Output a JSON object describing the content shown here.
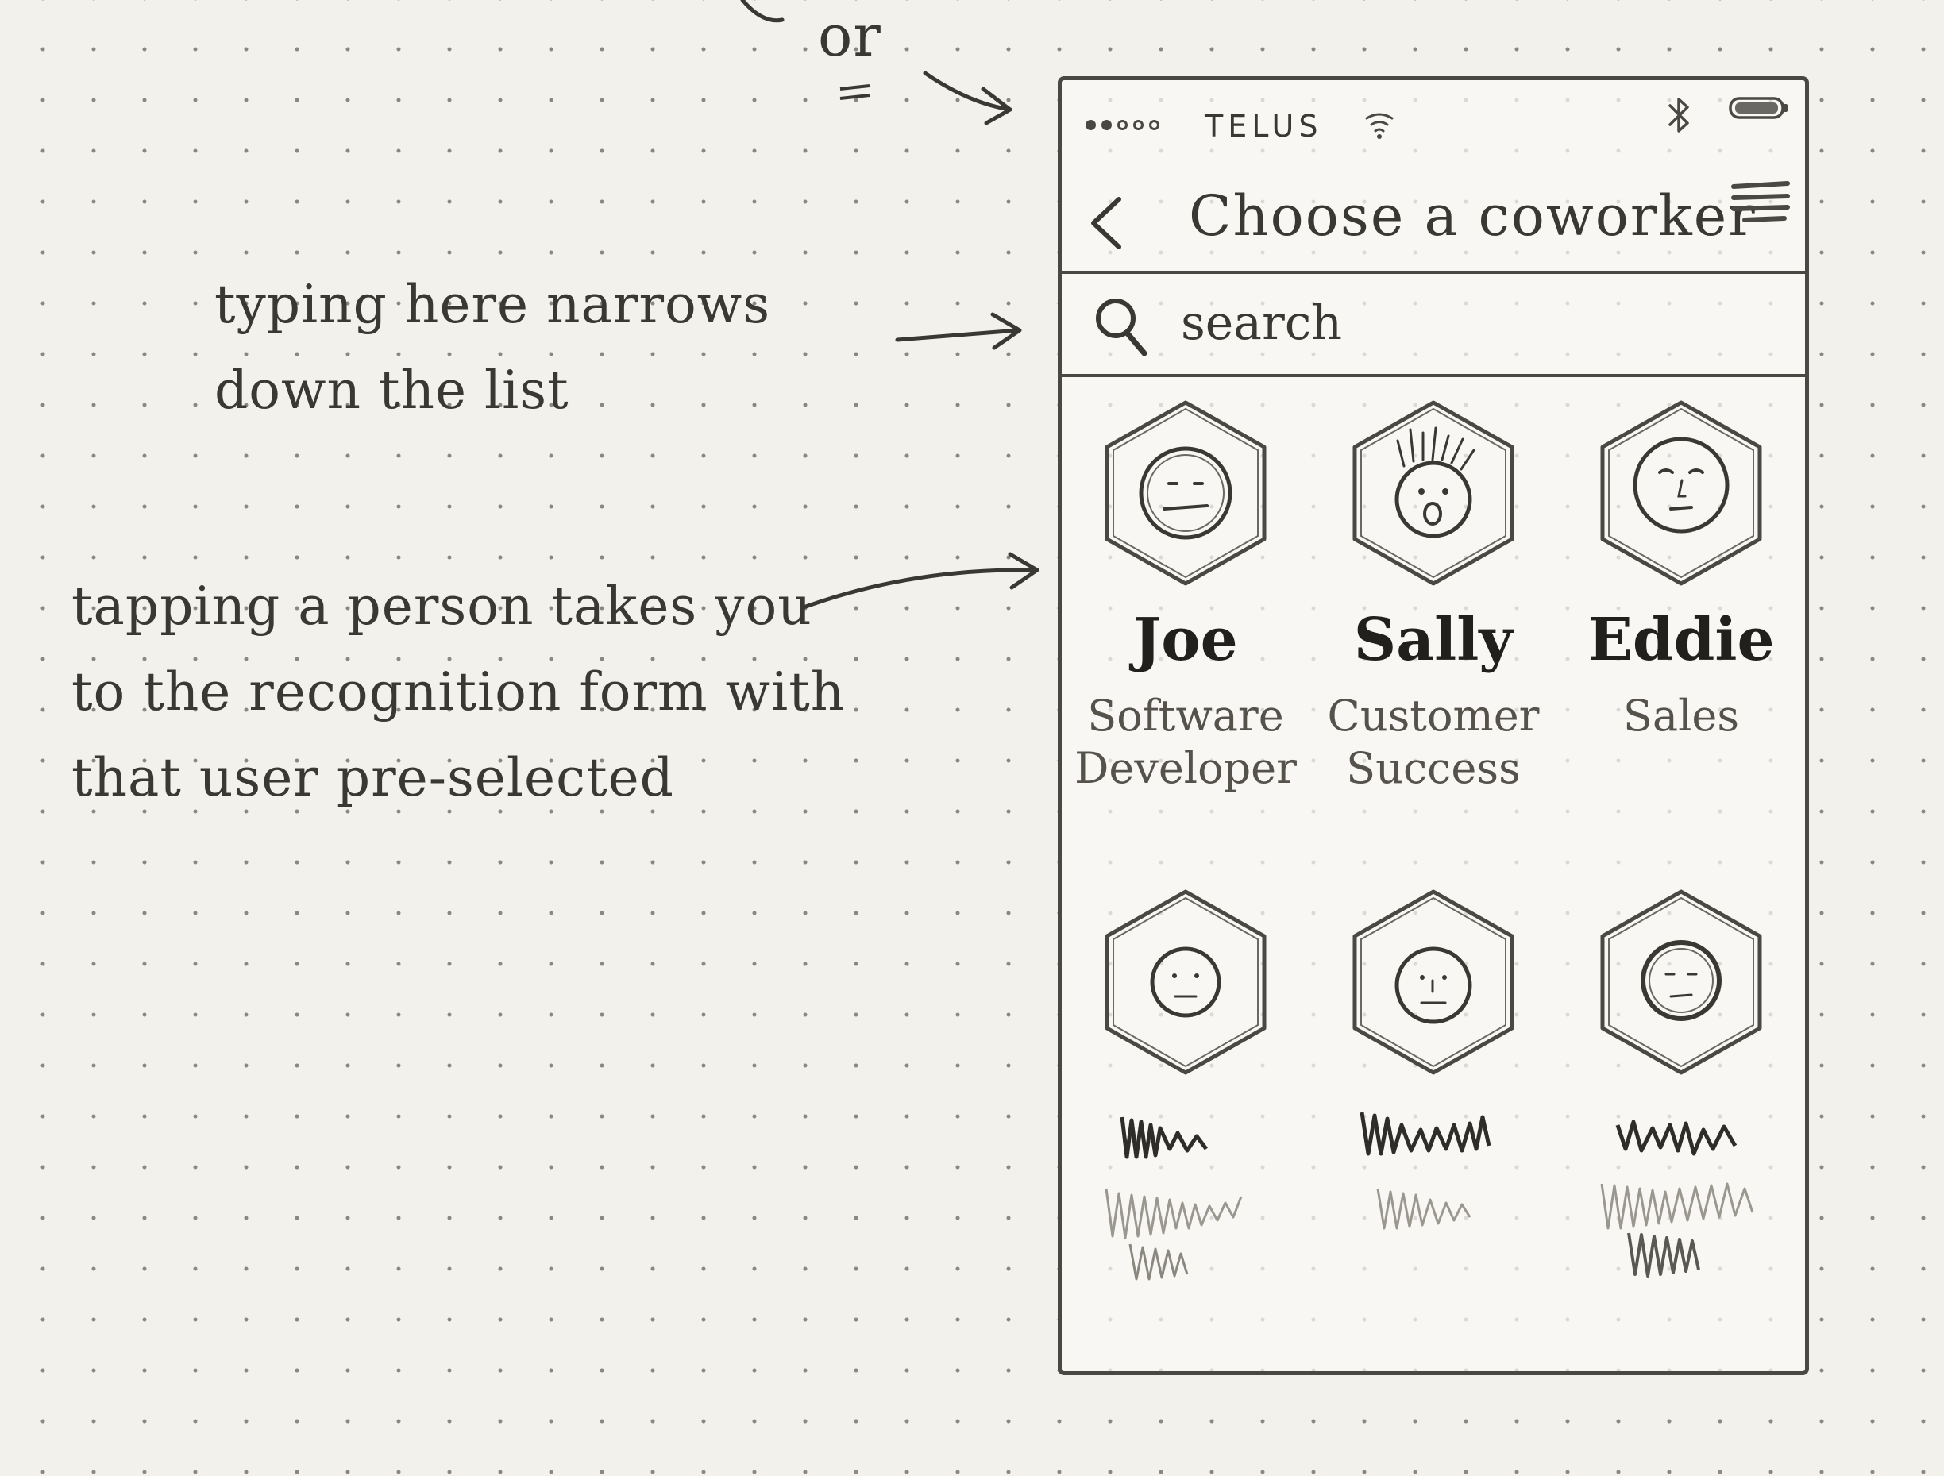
{
  "annotations": {
    "or": "or",
    "search_note": "typing here narrows down the list",
    "tap_note": "tapping a person takes you to the recognition form with that user pre-selected"
  },
  "status_bar": {
    "carrier": "TELUS",
    "icons": [
      "signal-dots",
      "wifi-icon",
      "bluetooth-icon",
      "battery-icon"
    ]
  },
  "nav": {
    "back_icon": "chevron-left-icon",
    "title": "Choose a coworker",
    "menu_icon": "hamburger-menu-icon"
  },
  "search": {
    "icon": "search-icon",
    "placeholder": "search"
  },
  "people": [
    {
      "name": "Joe",
      "role": "Software\nDeveloper"
    },
    {
      "name": "Sally",
      "role": "Customer\nSuccess"
    },
    {
      "name": "Eddie",
      "role": "Sales"
    },
    {
      "name": "",
      "role": ""
    },
    {
      "name": "",
      "role": ""
    },
    {
      "name": "",
      "role": ""
    }
  ],
  "colors": {
    "paper": "#f3f1ec",
    "pencil": "#4a4843",
    "ink": "#3a3833"
  }
}
